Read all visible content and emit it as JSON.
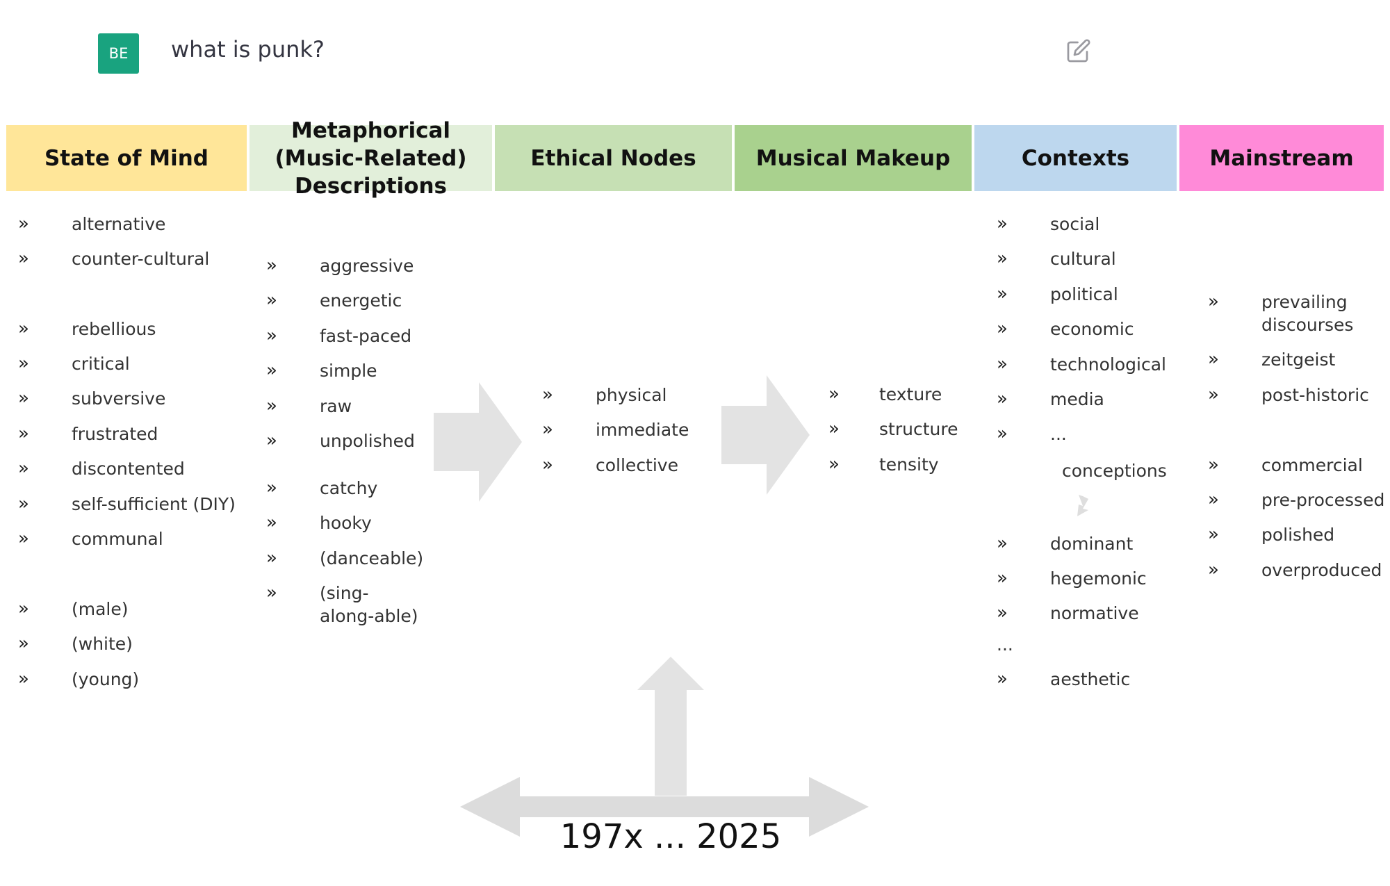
{
  "chat": {
    "avatar_initials": "BE",
    "avatar_color": "#19a37f",
    "question": "what is punk?",
    "edit_icon": "edit-pencil-icon"
  },
  "columns": [
    {
      "title": "State of Mind",
      "color": "#ffe699"
    },
    {
      "title": "Metaphorical (Music-Related) Descriptions",
      "color": "#e2efda"
    },
    {
      "title": "Ethical Nodes",
      "color": "#c6e0b4"
    },
    {
      "title": "Musical Makeup",
      "color": "#a9d18e"
    },
    {
      "title": "Contexts",
      "color": "#bdd7ee"
    },
    {
      "title": "Mainstream",
      "color": "#ff8ad8"
    }
  ],
  "bullet": "»",
  "state_of_mind": [
    "alternative",
    "counter-cultural",
    "rebellious",
    "critical",
    "subversive",
    "frustrated",
    "discontented",
    "self-sufficient (DIY)",
    "communal",
    "(male)",
    "(white)",
    "(young)"
  ],
  "metaphorical": [
    "aggressive",
    "energetic",
    "fast-paced",
    "simple",
    "raw",
    "unpolished",
    "catchy",
    "hooky",
    "(danceable)",
    "(sing-along-able)"
  ],
  "ethical": [
    "physical",
    "immediate",
    "collective"
  ],
  "musical": [
    "texture",
    "structure",
    "tensity"
  ],
  "contexts": {
    "list_a": [
      "social",
      "cultural",
      "political",
      "economic",
      "technological",
      "media",
      "..."
    ],
    "conceptions": "conceptions",
    "list_b": [
      "dominant",
      "hegemonic",
      "normative"
    ],
    "ellipsis": "...",
    "list_c": [
      "aesthetic"
    ]
  },
  "mainstream": [
    "prevailing discourses",
    "zeitgeist",
    "post-historic",
    "commercial",
    "pre-processed",
    "polished",
    "overproduced"
  ],
  "timeline": {
    "label": "197x ... 2025"
  },
  "arrow_color": "#e3e3e3"
}
